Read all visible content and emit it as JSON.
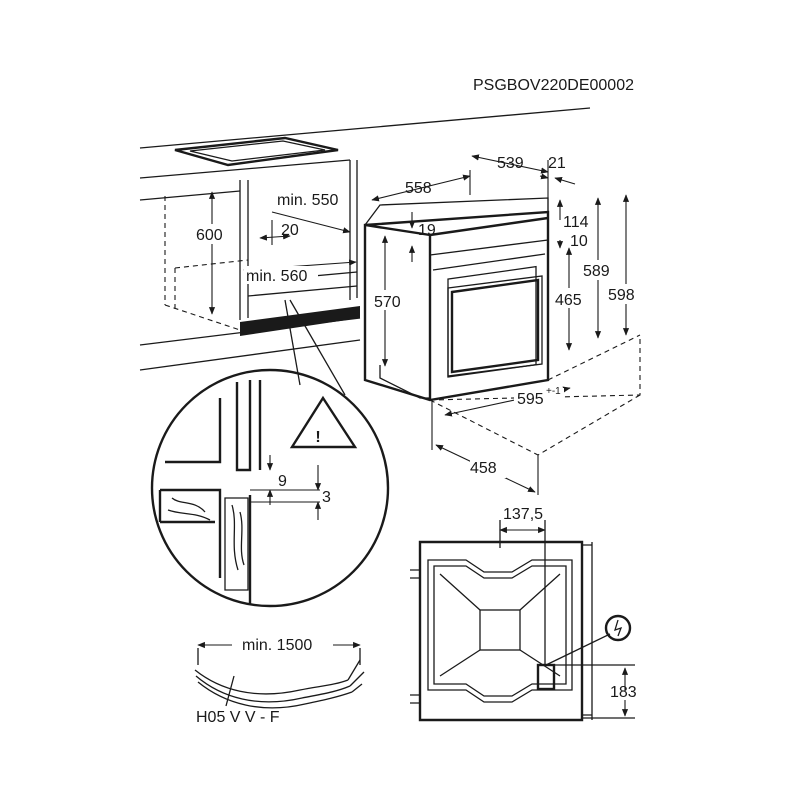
{
  "code": "PSGBOV220DE00002",
  "cabinet": {
    "height": "600",
    "depth_min": "min. 550",
    "gap": "20",
    "width_min": "min. 560"
  },
  "oven": {
    "depth": "558",
    "top_depth": "539",
    "front": "21",
    "d114": "114",
    "d10": "10",
    "d19": "19",
    "h570": "570",
    "h465": "465",
    "h589": "589",
    "h598": "598",
    "width_main": "595",
    "width_tol": "+-1",
    "depth458": "458"
  },
  "detail": {
    "d9": "9",
    "d3": "3",
    "warning_symbol": "!"
  },
  "cable": {
    "length": "min. 1500",
    "type": "H05 V V - F"
  },
  "rear_view": {
    "offset": "137,5",
    "height": "183"
  },
  "icons": [
    "warning-triangle-icon",
    "electric-plug-icon"
  ]
}
